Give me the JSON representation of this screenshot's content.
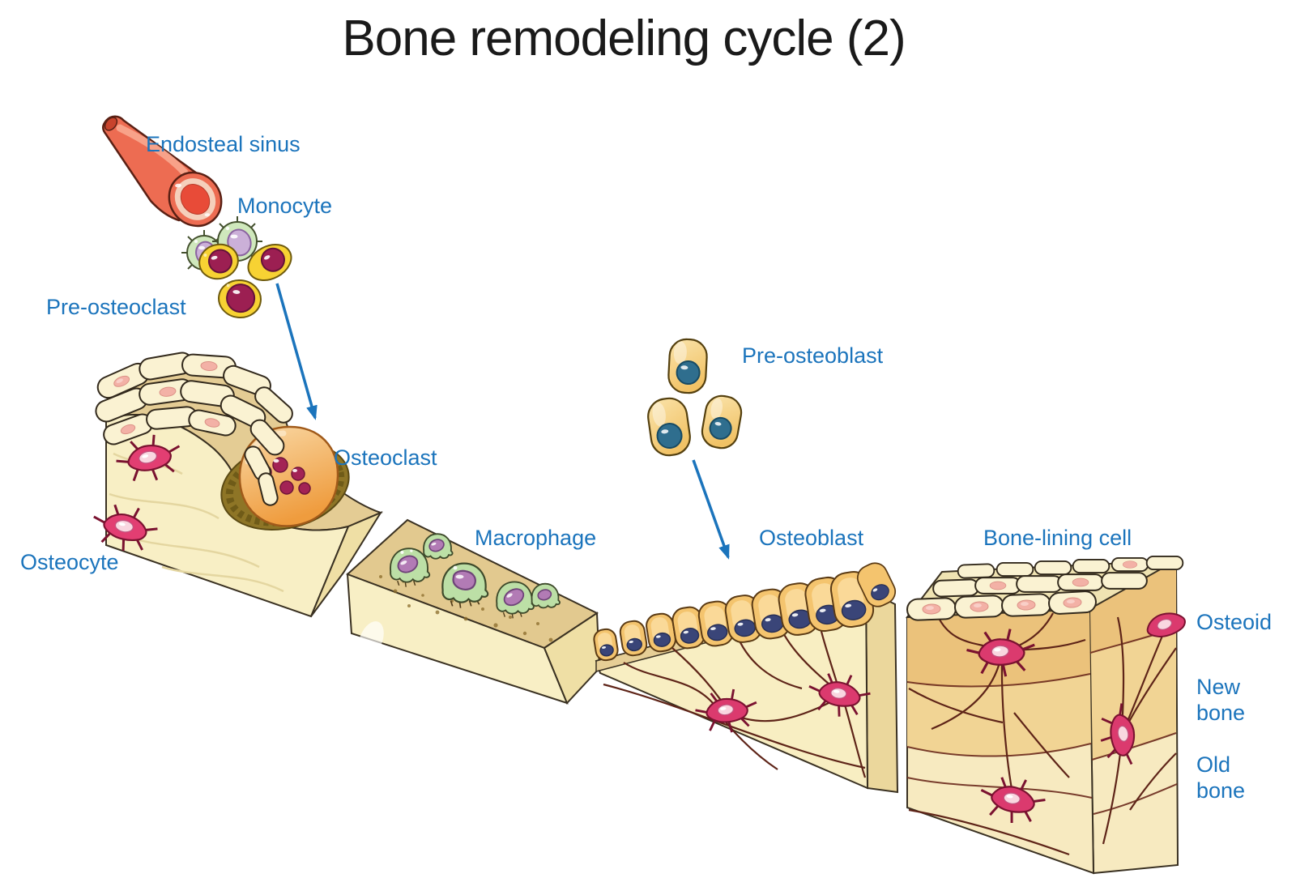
{
  "title": "Bone remodeling cycle (2)",
  "labels": {
    "endosteal_sinus": "Endosteal sinus",
    "monocyte": "Monocyte",
    "pre_osteoclast": "Pre-osteoclast",
    "osteoclast": "Osteoclast",
    "osteocyte": "Osteocyte",
    "macrophage": "Macrophage",
    "pre_osteoblast": "Pre-osteoblast",
    "osteoblast": "Osteoblast",
    "bone_lining_cell": "Bone-lining cell",
    "osteoid": "Osteoid",
    "new_bone": "New bone",
    "old_bone": "Old bone"
  },
  "colors": {
    "label_text": "#1B74BC",
    "title_text": "#1A1A1A",
    "arrow": "#1B74BC",
    "bone_cream": "#F8EFC5",
    "bone_tan_surface": "#E4CC94",
    "osteoid_band": "#EBC27B",
    "new_bone_band": "#F1D494",
    "old_bone_band": "#F7EAC0",
    "resorption_pit": "#8E7526",
    "osteocyte_pink": "#E23E72",
    "osteoclast_orange": "#EF9C3E",
    "macrophage_green": "#BCDFA6",
    "macrophage_nucleus": "#B27BB5",
    "monocyte_green": "#CFE8BC",
    "monocyte_nucleus": "#CBB0D8",
    "preosteoclast_yellow": "#F7D233",
    "preosteoclast_nucleus": "#9C1F52",
    "preosteoblast_body": "#F2C46A",
    "preosteoblast_nucleus": "#2F6E8E",
    "osteoblast_body": "#F4C46E",
    "osteoblast_nucleus": "#3A4578",
    "lining_cell_body": "#FAF2D2",
    "lining_cell_nucleus": "#F3B1A6",
    "vessel_red": "#ED6C52",
    "vessel_lumen": "#E84B38",
    "background": "#FFFFFF"
  }
}
